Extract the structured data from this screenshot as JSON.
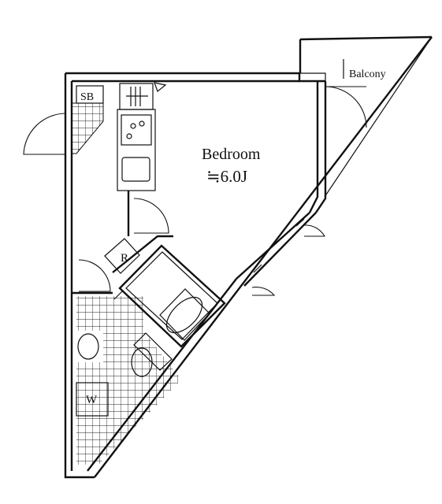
{
  "floorplan": {
    "rooms": {
      "bedroom": {
        "name": "Bedroom",
        "size": "≒6.0J"
      },
      "balcony": {
        "name": "Balcony"
      }
    },
    "fixtures": {
      "shoe_box": "SB",
      "refrigerator": "R",
      "washer": "W"
    }
  }
}
